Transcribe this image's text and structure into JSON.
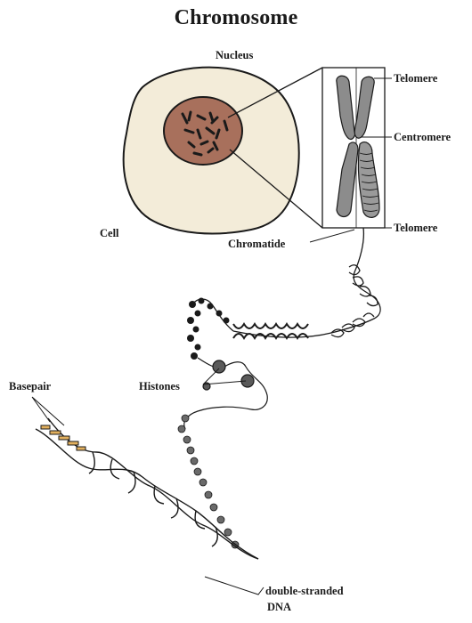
{
  "title": "Chromosome",
  "labels": {
    "nucleus": "Nucleus",
    "cell": "Cell",
    "telomere_top": "Telomere",
    "centromere": "Centromere",
    "telomere_bottom": "Telomere",
    "chromatide": "Chromatide",
    "basepair": "Basepair",
    "histones": "Histones",
    "dna_line1": "double-stranded",
    "dna_line2": "DNA"
  },
  "colors": {
    "cell_fill": "#f3ecd9",
    "nucleus_fill": "#a8705c",
    "chromosome_fill": "#8c8c8c",
    "outline": "#1a1a1a",
    "basepair_fill": "#e2b05e"
  }
}
